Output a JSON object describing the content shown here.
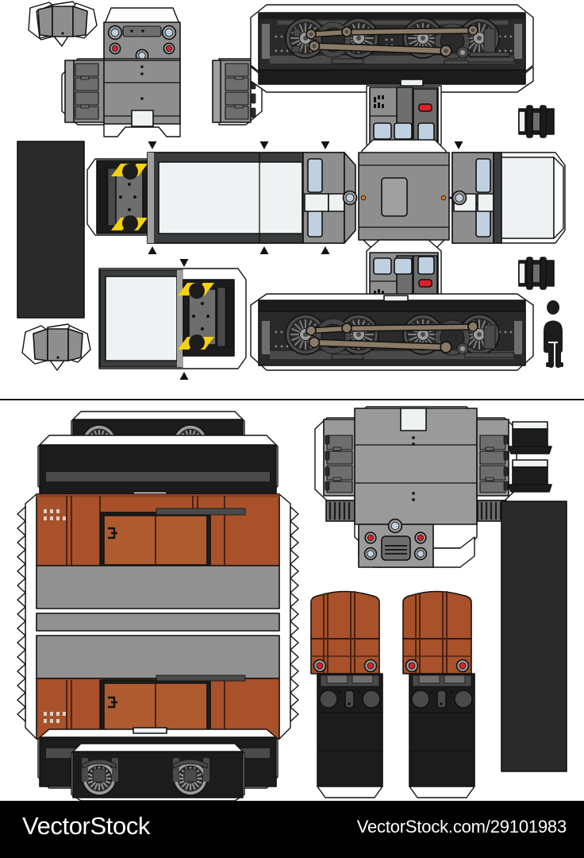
{
  "meta": {
    "subject": "paper model of a vintage diesel locomotive and a brown freight boxcar",
    "style": "papercraft cut-out template sheet, flat vector illustration"
  },
  "footer": {
    "brand": "VectorStock",
    "url": "VectorStock.com/29101983",
    "background": "#000000",
    "text_color": "#ffffff"
  },
  "palette": {
    "outline": "#111111",
    "paper": "#ffffff",
    "body_gray": "#8e8e8e",
    "body_gray_light": "#a0a0a0",
    "body_gray_dark": "#6e6e6e",
    "panel_gray": "#919191",
    "roof_gray": "#9a9a9a",
    "chassis_black": "#2a2a2a",
    "chassis_black_deep": "#1c1c1c",
    "dark_slate": "#3a3c3e",
    "rust_brown": "#a8512a",
    "rust_brown_dark": "#8f4423",
    "rust_brown_light": "#b05a30",
    "glass_blue": "#bfd0e0",
    "window_white": "#eff2f2",
    "lamp_red": "#d9232a",
    "lamp_red_dark": "#9e1c20",
    "marker_orange": "#e8761b",
    "hazard_yellow": "#f5d10a",
    "rod_tan": "#8a7a66",
    "wheel_gray": "#9b9b9b",
    "wheel_dark": "#4a4a4a"
  },
  "sheet": {
    "divider_y": 503,
    "divider_color": "#111111",
    "sections": [
      {
        "id": "locomotive",
        "label": "locomotive parts",
        "y_range": [
          0,
          503
        ]
      },
      {
        "id": "boxcar",
        "label": "freight wagon parts",
        "y_range": [
          503,
          1008
        ]
      }
    ]
  },
  "locomotive_parts": [
    {
      "name": "buffer-beam-polygon-top-left",
      "type": "fold-polygon",
      "color": "#8e8e8e"
    },
    {
      "name": "locomotive-front-face",
      "type": "panel",
      "color": "#8e8e8e",
      "features": [
        "2 white headlamps",
        "2 red marker lamps",
        "1 center lamp",
        "number plate",
        "handrail"
      ]
    },
    {
      "name": "locomotive-underside-chassis",
      "type": "panel",
      "color": "#2a2a2a",
      "features": [
        "driving wheels",
        "coupling rods",
        "side frames"
      ]
    },
    {
      "name": "locomotive-cab-roof-strip",
      "type": "panel",
      "color": "#8e8e8e"
    },
    {
      "name": "locomotive-cab-front-upper",
      "type": "panel",
      "color": "#8e8e8e",
      "features": [
        "2 cab windows",
        "door window",
        "red tail lamp",
        "louvre grille"
      ]
    },
    {
      "name": "locomotive-cab-front-lower",
      "type": "panel",
      "color": "#8e8e8e"
    },
    {
      "name": "locomotive-long-hood-side-upper",
      "type": "panel",
      "color": "#3a3c3e",
      "features": [
        "long white window band",
        "hazard stripes on pilot",
        "snowplough"
      ]
    },
    {
      "name": "locomotive-long-hood-side-lower",
      "type": "panel",
      "color": "#3a3c3e"
    },
    {
      "name": "locomotive-roof-black-rectangle",
      "type": "panel",
      "color": "#2a2a2a"
    },
    {
      "name": "locomotive-underframe-black-rectangle",
      "type": "panel",
      "color": "#2a2a2a"
    },
    {
      "name": "buffer-piece-upper",
      "type": "small-part",
      "color": "#2a2a2a"
    },
    {
      "name": "buffer-piece-lower",
      "type": "small-part",
      "color": "#2a2a2a"
    },
    {
      "name": "cab-side-panel-left",
      "type": "panel",
      "color": "#8e8e8e"
    },
    {
      "name": "cab-side-panel-right",
      "type": "panel",
      "color": "#8e8e8e"
    },
    {
      "name": "scale-figure-silhouette",
      "type": "reference",
      "color": "#1c1c1c"
    }
  ],
  "boxcar_parts": [
    {
      "name": "boxcar-body-wrap",
      "type": "panel",
      "color": "#a8512a",
      "features": [
        "sliding door x2",
        "rivet dot clusters",
        "zigzag glue tabs",
        "grey roof band"
      ]
    },
    {
      "name": "boxcar-bogie-top",
      "type": "panel",
      "color": "#2a2a2a",
      "features": [
        "2 spoked wheels",
        "leaf springs",
        "axle boxes"
      ]
    },
    {
      "name": "boxcar-bogie-bottom",
      "type": "panel",
      "color": "#2a2a2a",
      "features": [
        "2 spoked wheels",
        "leaf springs",
        "axle boxes"
      ]
    },
    {
      "name": "boxcar-roof-underframe-panel",
      "type": "panel",
      "color": "#9a9a9a",
      "features": [
        "hatch",
        "louvre vents",
        "buffers",
        "red lamps",
        "white lamps",
        "ladder"
      ]
    },
    {
      "name": "boxcar-end-wall-left",
      "type": "panel",
      "color": "#a8512a",
      "features": [
        "arched roof profile",
        "2 red buffer discs",
        "black underframe"
      ]
    },
    {
      "name": "boxcar-end-wall-right",
      "type": "panel",
      "color": "#a8512a",
      "features": [
        "arched roof profile",
        "2 red buffer discs",
        "black underframe"
      ]
    },
    {
      "name": "boxcar-buffer-small-upper",
      "type": "small-part",
      "color": "#2a2a2a"
    },
    {
      "name": "boxcar-buffer-small-lower",
      "type": "small-part",
      "color": "#2a2a2a"
    },
    {
      "name": "boxcar-underframe-black-strip",
      "type": "panel",
      "color": "#2a2a2a"
    }
  ]
}
